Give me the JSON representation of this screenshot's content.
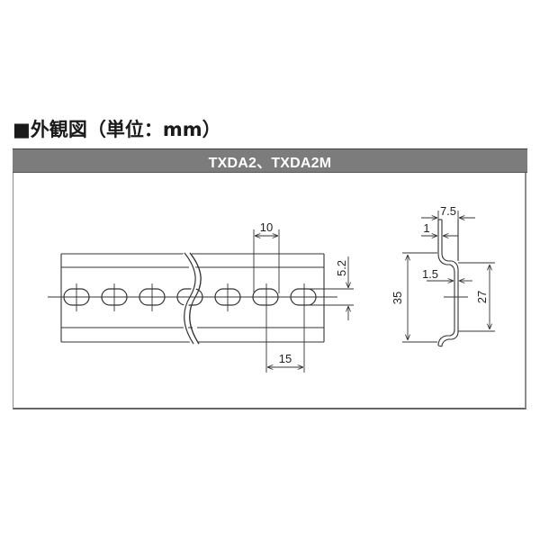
{
  "title": "■外観図（単位：mm）",
  "header": {
    "model_label": "TXDA2、TXDA2M",
    "band_color": "#7c7c7c",
    "text_color": "#ffffff"
  },
  "front_view": {
    "slot_count": 7,
    "dimensions": {
      "slot_length": "10",
      "slot_pitch": "15",
      "slot_width": "5.2"
    }
  },
  "side_view": {
    "dimensions": {
      "flange_width": "7.5",
      "top_thickness": "1",
      "web_thickness": "1.5",
      "overall_height": "35",
      "inner_height": "27"
    }
  },
  "line_color": "#333333"
}
